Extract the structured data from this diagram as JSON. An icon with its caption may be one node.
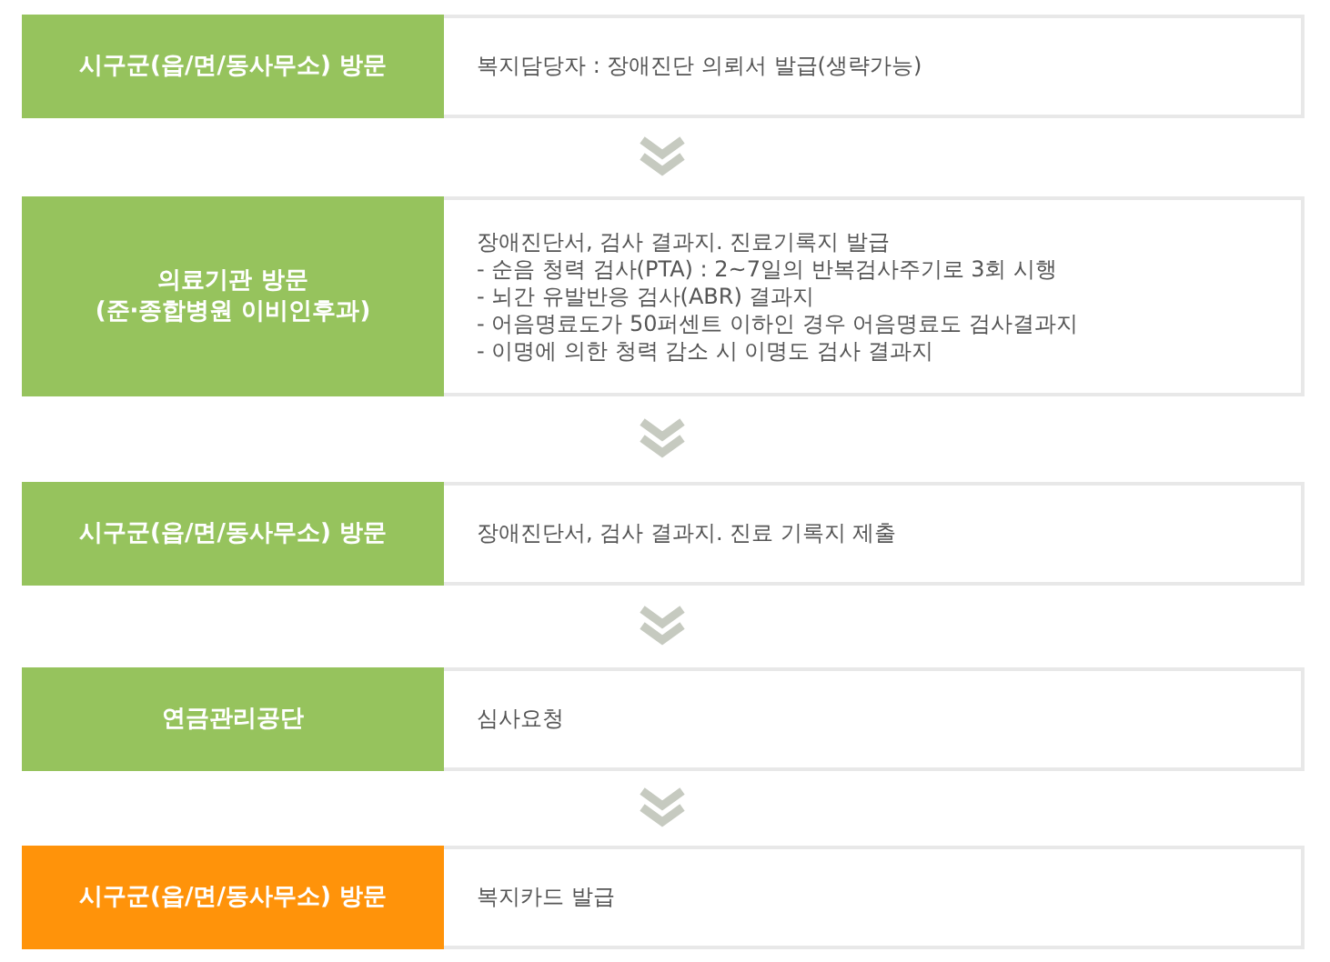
{
  "diagram": {
    "nodes": [
      {
        "text": [
          "시구군(읍/면/동사무소) 방문",
          "복지담당자 : 장애진단 의뢰서 발급(생략가능)"
        ]
      },
      {
        "text": [
          "의료기관 방문 (준·종합병원 이비인후과)",
          "장애진단서, 검사 결과지. 진료기록지 발급",
          "- 순음 청력 검사(PTA) : 2~7일의 반복검사주기로 3회 시행",
          "- 뇌간 유발반응 검사(ABR) 결과지",
          "- 어음명료도가 50퍼센트 이하인 경우 어음명료도 검사결과지",
          "- 이명에 의한 청력 감소 시 이명도 검사 결과지"
        ]
      },
      {
        "text": [
          "시구군(읍/면/동사무소) 방문",
          "장애진단서, 검사 결과지. 진료 기록지 제출"
        ]
      },
      {
        "text": [
          "연금관리공단",
          "심사요청"
        ]
      },
      {
        "text": [
          "시구군(읍/면/동사무소) 방문",
          "복지카드 발급"
        ]
      }
    ],
    "edges": [
      {
        "from": 0,
        "to": 1,
        "arrow": "to"
      },
      {
        "from": 1,
        "to": 2,
        "arrow": "to"
      },
      {
        "from": 2,
        "to": 3,
        "arrow": "to"
      },
      {
        "from": 3,
        "to": 4,
        "arrow": "to"
      }
    ]
  }
}
